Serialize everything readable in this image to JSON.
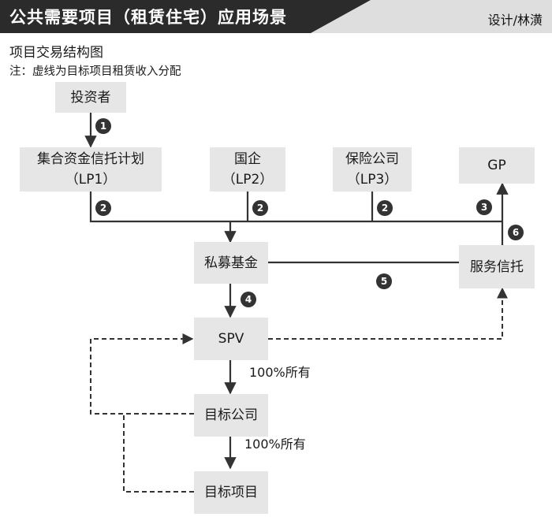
{
  "header": {
    "title": "公共需要项目（租赁住宅）应用场景",
    "credit": "设计/林潢"
  },
  "subtitle": "项目交易结构图",
  "note": "注：虚线为目标项目租赁收入分配",
  "nodes": {
    "investor": {
      "label": "投资者"
    },
    "lp1": {
      "line1": "集合资金信托计划",
      "line2": "（LP1）"
    },
    "lp2": {
      "line1": "国企",
      "line2": "（LP2）"
    },
    "lp3": {
      "line1": "保险公司",
      "line2": "（LP3）"
    },
    "gp": {
      "label": "GP"
    },
    "fund": {
      "label": "私募基金"
    },
    "service_trust": {
      "label": "服务信托"
    },
    "spv": {
      "label": "SPV"
    },
    "target_company": {
      "label": "目标公司"
    },
    "target_project": {
      "label": "目标项目"
    }
  },
  "edge_labels": {
    "spv_to_company": "100%所有",
    "company_to_project": "100%所有"
  },
  "step_badges": [
    "1",
    "2",
    "3",
    "4",
    "5",
    "6"
  ],
  "colors": {
    "header_dark": "#2b2b2b",
    "box": "#e6e6e6",
    "line": "#333333"
  }
}
